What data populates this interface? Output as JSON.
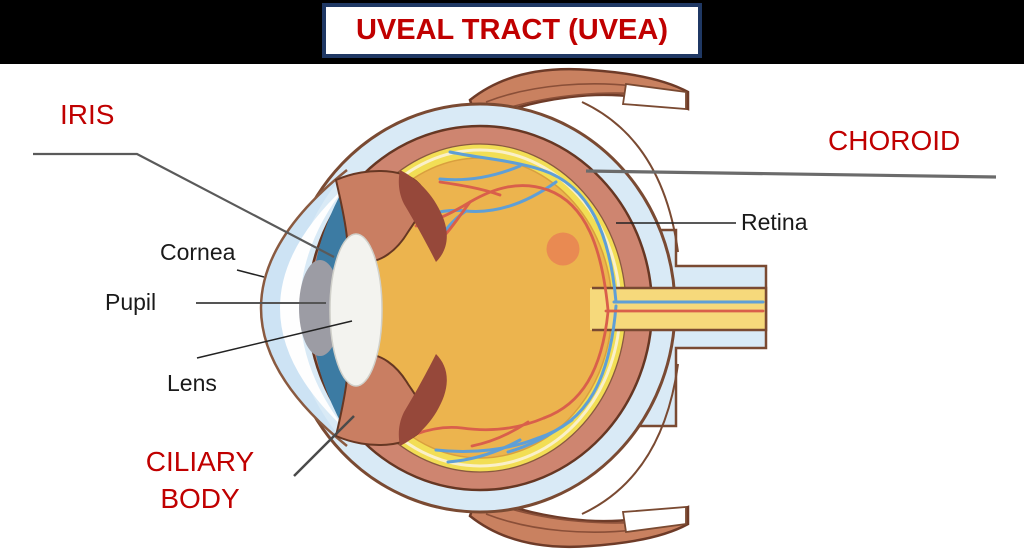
{
  "title": "UVEAL TRACT (UVEA)",
  "labels": {
    "iris": "IRIS",
    "choroid": "CHOROID",
    "retina": "Retina",
    "cornea": "Cornea",
    "pupil": "Pupil",
    "lens": "Lens",
    "ciliary_body": "CILIARY BODY"
  },
  "colors": {
    "label_red": "#c00000",
    "label_black": "#1a1a1a",
    "title_border_navy": "#1f3864",
    "top_band_black": "#000000",
    "pointer_gray": "#6b6b6b",
    "sclera_blue": "#d9eaf6",
    "choroid_salmon": "#ce8570",
    "retina_yellow": "#f2de55",
    "vitreous_amber": "#ecb44e",
    "iris_blue": "#3c7ba3",
    "ciliary_salmon": "#c97e62",
    "ciliary_maroon": "#96483a",
    "pupil_gray": "#9c9ca4",
    "lens_white": "#f3f3ef",
    "vessel_blue": "#5f9fd6",
    "vessel_red": "#d95f4b",
    "macula_orange": "#e98a52",
    "muscle_terracotta": "#c98160",
    "outline_brown": "#7a4a32"
  }
}
